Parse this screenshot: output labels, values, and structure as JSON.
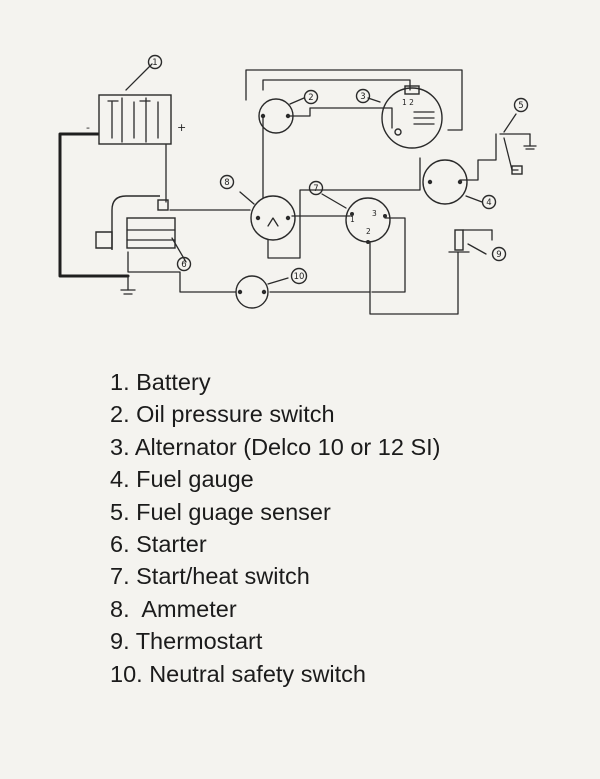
{
  "diagram": {
    "callouts": [
      "1",
      "2",
      "3",
      "4",
      "5",
      "6",
      "7",
      "8",
      "9",
      "10"
    ],
    "battery_minus": "-",
    "battery_plus": "+",
    "alternator_terminals": "1 2",
    "switch7_terminal_1": "1",
    "switch7_terminal_2": "2",
    "switch7_terminal_3": "3"
  },
  "legend": [
    "1. Battery",
    "2. Oil pressure switch",
    "3. Alternator (Delco 10 or 12 SI)",
    "4. Fuel gauge",
    "5. Fuel guage senser",
    "6. Starter",
    "7. Start/heat switch",
    "8.  Ammeter",
    "9. Thermostart",
    "10. Neutral safety switch"
  ]
}
